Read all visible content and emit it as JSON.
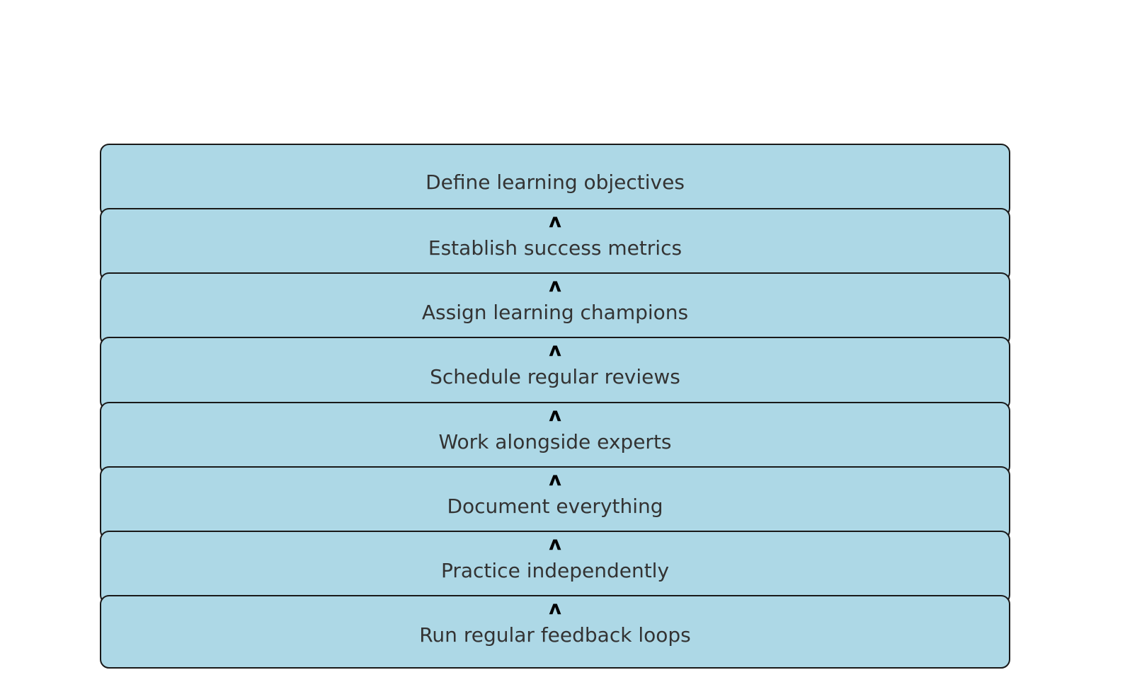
{
  "diagram": {
    "type": "flowchart",
    "orientation": "vertical-stack",
    "direction": "bottom-to-top-arrows",
    "background_color": "#ffffff",
    "node_fill_color": "#ADD8E6",
    "node_stroke_color": "#191919",
    "node_text_color": "#333333",
    "arrow_color": "#000000",
    "arrow_glyph": "ʌ",
    "node_count": 8,
    "nodes": [
      {
        "id": "node-1",
        "label": "Define learning objectives",
        "has_inbound_arrow": false
      },
      {
        "id": "node-2",
        "label": "Establish success metrics",
        "has_inbound_arrow": true
      },
      {
        "id": "node-3",
        "label": "Assign learning champions",
        "has_inbound_arrow": true
      },
      {
        "id": "node-4",
        "label": "Schedule regular reviews",
        "has_inbound_arrow": true
      },
      {
        "id": "node-5",
        "label": "Work alongside experts",
        "has_inbound_arrow": true
      },
      {
        "id": "node-6",
        "label": "Document everything",
        "has_inbound_arrow": true
      },
      {
        "id": "node-7",
        "label": "Practice independently",
        "has_inbound_arrow": true
      },
      {
        "id": "node-8",
        "label": "Run regular feedback loops",
        "has_inbound_arrow": true
      }
    ]
  }
}
